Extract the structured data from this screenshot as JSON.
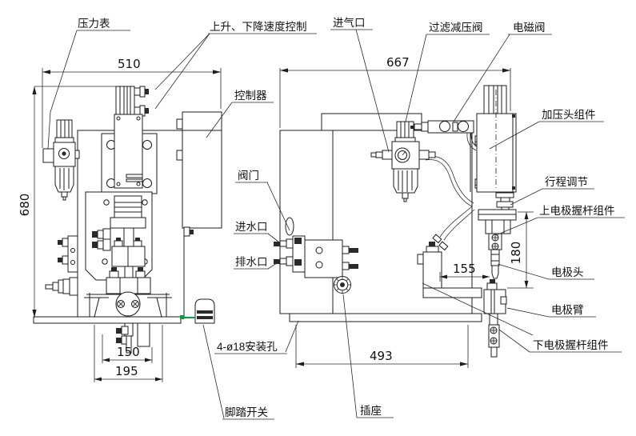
{
  "drawing": {
    "type": "engineering-two-view-diagram",
    "labels": {
      "pressure_gauge": "压力表",
      "speed_control": "上升、下降速度控制",
      "air_inlet": "进气口",
      "filter_regulator": "过滤减压阀",
      "solenoid_valve": "电磁阀",
      "controller": "控制器",
      "pressure_head": "加压头组件",
      "stroke_adjust": "行程调节",
      "upper_electrode": "上电极握杆组件",
      "electrode_tip": "电极头",
      "electrode_arm": "电极臂",
      "lower_electrode": "下电极握杆组件",
      "valve": "阀门",
      "water_inlet": "进水口",
      "water_outlet": "排水口",
      "foot_switch": "脚踏开关",
      "socket": "插座",
      "mounting_holes": "4-ø18安装孔"
    },
    "dimensions": {
      "front_width": "510",
      "front_height": "680",
      "side_width": "667",
      "base_width": "493",
      "lower_bracket_width": "150",
      "foot_width": "195",
      "arm_offset": "155",
      "throat_depth": "180"
    },
    "colors": {
      "line": "#1c1c1c",
      "wire_green": "#00a33e"
    }
  }
}
